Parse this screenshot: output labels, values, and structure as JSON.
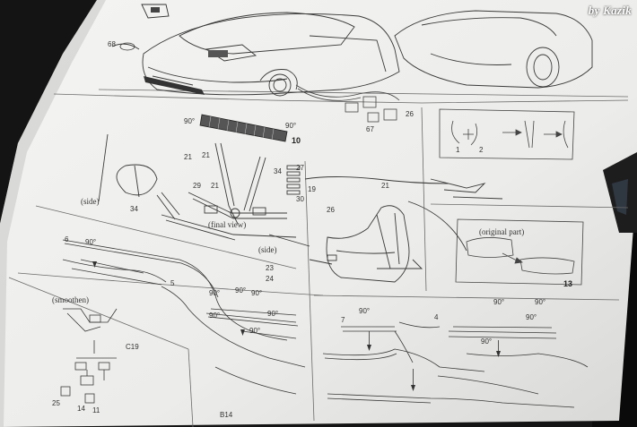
{
  "watermark": "by Kazik",
  "labels": {
    "side_1": "(side)",
    "final_view": "(final view)",
    "side_2": "(side)",
    "original_part": "(original part)",
    "smoothen": "(smoothen)",
    "part_c19": "C19",
    "part_b14": "B14",
    "n10": "10",
    "n13": "13",
    "n26a": "26",
    "n26b": "26",
    "n67": "67",
    "n21a": "21",
    "n21b": "21",
    "n21c": "21",
    "n21d": "21",
    "n29": "29",
    "n34a": "34",
    "n34b": "34",
    "n27": "27",
    "n30": "30",
    "n23": "23",
    "n24": "24",
    "n25": "25",
    "n14": "14",
    "n11": "11",
    "n5": "5",
    "n7": "7",
    "n4": "4",
    "n6": "6",
    "n1": "1",
    "n2": "2",
    "n19": "19",
    "n68": "68",
    "deg": "90°"
  },
  "colors": {
    "paper": "#eeeeec",
    "ink": "#3a3a3a",
    "background": "#111111"
  }
}
